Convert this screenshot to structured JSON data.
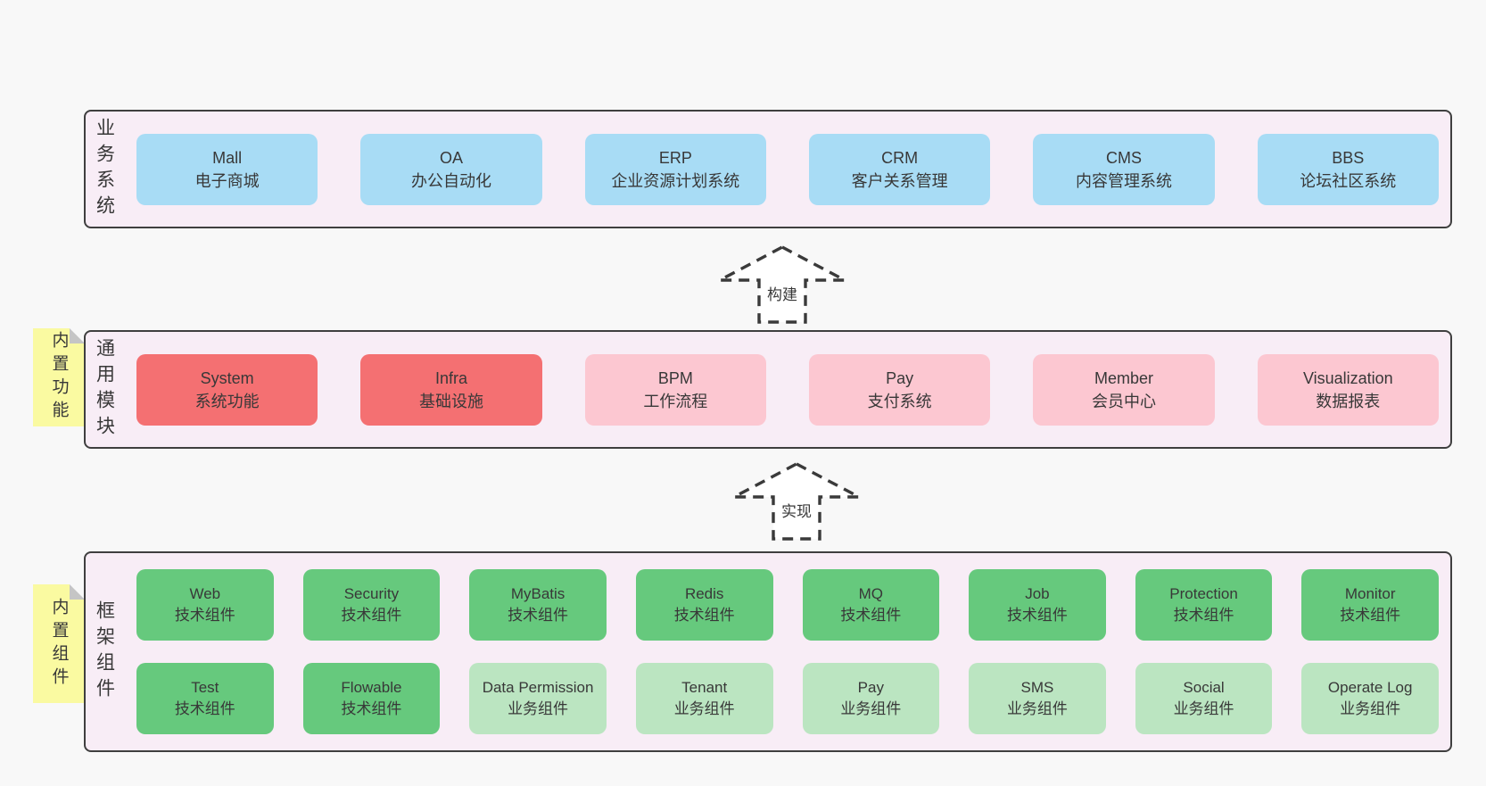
{
  "colors": {
    "page": "#f8f8f8",
    "panel": "#f8edf6",
    "border": "#3f3f3f",
    "blue": "#a8dcf5",
    "red": "#f47072",
    "pink": "#fcc7d1",
    "green": "#66c97d",
    "green-light": "#bbe5c1",
    "note": "#fafaa1",
    "fold": "#c5c5c5",
    "text": "#383838",
    "stroke": "#3a3a3a"
  },
  "arrows": [
    {
      "label": "构建"
    },
    {
      "label": "实现"
    }
  ],
  "layers": [
    {
      "label": "业务系统",
      "rows": [
        {
          "boxes": [
            {
              "title": "Mall",
              "subtitle": "电子商城",
              "variant": "blue"
            },
            {
              "title": "OA",
              "subtitle": "办公自动化",
              "variant": "blue"
            },
            {
              "title": "ERP",
              "subtitle": "企业资源计划系统",
              "variant": "blue"
            },
            {
              "title": "CRM",
              "subtitle": "客户关系管理",
              "variant": "blue"
            },
            {
              "title": "CMS",
              "subtitle": "内容管理系统",
              "variant": "blue"
            },
            {
              "title": "BBS",
              "subtitle": "论坛社区系统",
              "variant": "blue"
            }
          ]
        }
      ]
    },
    {
      "label": "通用模块",
      "note": "内置功能",
      "rows": [
        {
          "boxes": [
            {
              "title": "System",
              "subtitle": "系统功能",
              "variant": "red"
            },
            {
              "title": "Infra",
              "subtitle": "基础设施",
              "variant": "red"
            },
            {
              "title": "BPM",
              "subtitle": "工作流程",
              "variant": "pink"
            },
            {
              "title": "Pay",
              "subtitle": "支付系统",
              "variant": "pink"
            },
            {
              "title": "Member",
              "subtitle": "会员中心",
              "variant": "pink"
            },
            {
              "title": "Visualization",
              "subtitle": "数据报表",
              "variant": "pink"
            }
          ]
        }
      ]
    },
    {
      "label": "框架组件",
      "note": "内置组件",
      "rows": [
        {
          "boxes": [
            {
              "title": "Web",
              "subtitle": "技术组件",
              "variant": "green"
            },
            {
              "title": "Security",
              "subtitle": "技术组件",
              "variant": "green"
            },
            {
              "title": "MyBatis",
              "subtitle": "技术组件",
              "variant": "green"
            },
            {
              "title": "Redis",
              "subtitle": "技术组件",
              "variant": "green"
            },
            {
              "title": "MQ",
              "subtitle": "技术组件",
              "variant": "green"
            },
            {
              "title": "Job",
              "subtitle": "技术组件",
              "variant": "green"
            },
            {
              "title": "Protection",
              "subtitle": "技术组件",
              "variant": "green"
            },
            {
              "title": "Monitor",
              "subtitle": "技术组件",
              "variant": "green"
            }
          ]
        },
        {
          "boxes": [
            {
              "title": "Test",
              "subtitle": "技术组件",
              "variant": "green"
            },
            {
              "title": "Flowable",
              "subtitle": "技术组件",
              "variant": "green"
            },
            {
              "title": "Data Permission",
              "subtitle": "业务组件",
              "variant": "green-light"
            },
            {
              "title": "Tenant",
              "subtitle": "业务组件",
              "variant": "green-light"
            },
            {
              "title": "Pay",
              "subtitle": "业务组件",
              "variant": "green-light"
            },
            {
              "title": "SMS",
              "subtitle": "业务组件",
              "variant": "green-light"
            },
            {
              "title": "Social",
              "subtitle": "业务组件",
              "variant": "green-light"
            },
            {
              "title": "Operate Log",
              "subtitle": "业务组件",
              "variant": "green-light"
            }
          ]
        }
      ]
    }
  ]
}
